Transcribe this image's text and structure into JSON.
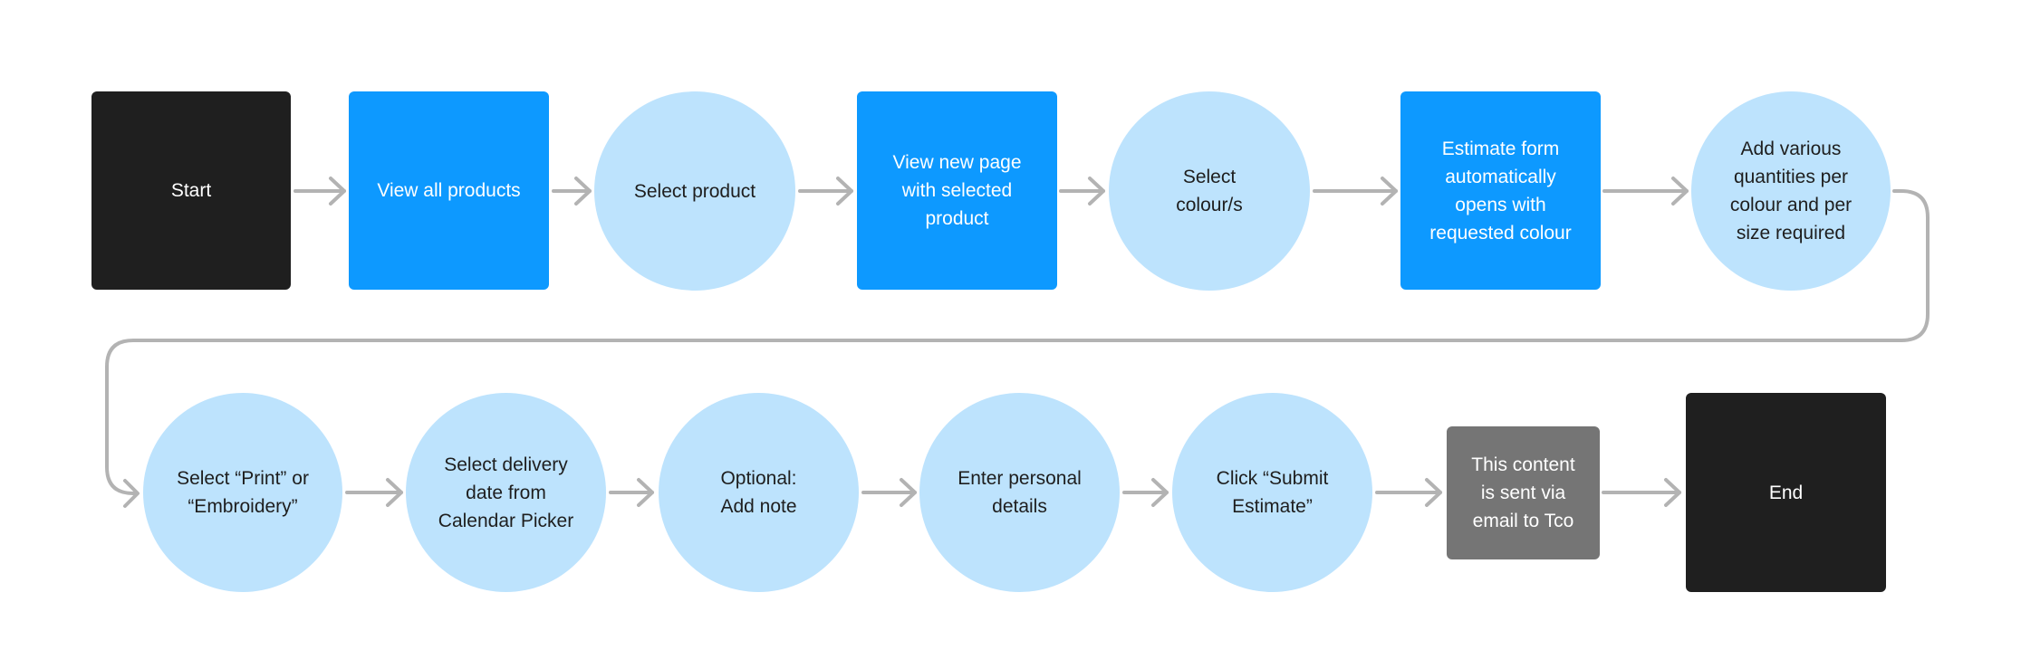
{
  "diagram": {
    "nodes": [
      {
        "id": "start",
        "text": "Start"
      },
      {
        "id": "view-all-products",
        "text": "View all products"
      },
      {
        "id": "select-product",
        "text": "Select product"
      },
      {
        "id": "view-new-page",
        "text": "View new page\nwith selected\nproduct"
      },
      {
        "id": "select-colours",
        "text": "Select\ncolour/s"
      },
      {
        "id": "estimate-form",
        "text": "Estimate form\nautomatically\nopens with\nrequested colour"
      },
      {
        "id": "add-quantities",
        "text": "Add various\nquantities per\ncolour and per\nsize required"
      },
      {
        "id": "select-print-embroidery",
        "text": "Select “Print” or\n“Embroidery”"
      },
      {
        "id": "select-delivery-date",
        "text": "Select delivery\ndate from\nCalendar Picker"
      },
      {
        "id": "optional-add-note",
        "text": "Optional:\nAdd note"
      },
      {
        "id": "enter-personal-details",
        "text": "Enter personal\ndetails"
      },
      {
        "id": "click-submit-estimate",
        "text": "Click “Submit\nEstimate”"
      },
      {
        "id": "content-sent-email",
        "text": "This content\nis sent via\nemail to Tco"
      },
      {
        "id": "end",
        "text": "End"
      }
    ],
    "edges": [
      [
        "start",
        "view-all-products"
      ],
      [
        "view-all-products",
        "select-product"
      ],
      [
        "select-product",
        "view-new-page"
      ],
      [
        "view-new-page",
        "select-colours"
      ],
      [
        "select-colours",
        "estimate-form"
      ],
      [
        "estimate-form",
        "add-quantities"
      ],
      [
        "add-quantities",
        "select-print-embroidery"
      ],
      [
        "select-print-embroidery",
        "select-delivery-date"
      ],
      [
        "select-delivery-date",
        "optional-add-note"
      ],
      [
        "optional-add-note",
        "enter-personal-details"
      ],
      [
        "enter-personal-details",
        "click-submit-estimate"
      ],
      [
        "click-submit-estimate",
        "content-sent-email"
      ],
      [
        "content-sent-email",
        "end"
      ]
    ],
    "colors": {
      "terminal": "#1f1f1f",
      "screen": "#0d99ff",
      "action": "#bde3fd",
      "system": "#757575",
      "connector": "#b3b3b3"
    }
  }
}
